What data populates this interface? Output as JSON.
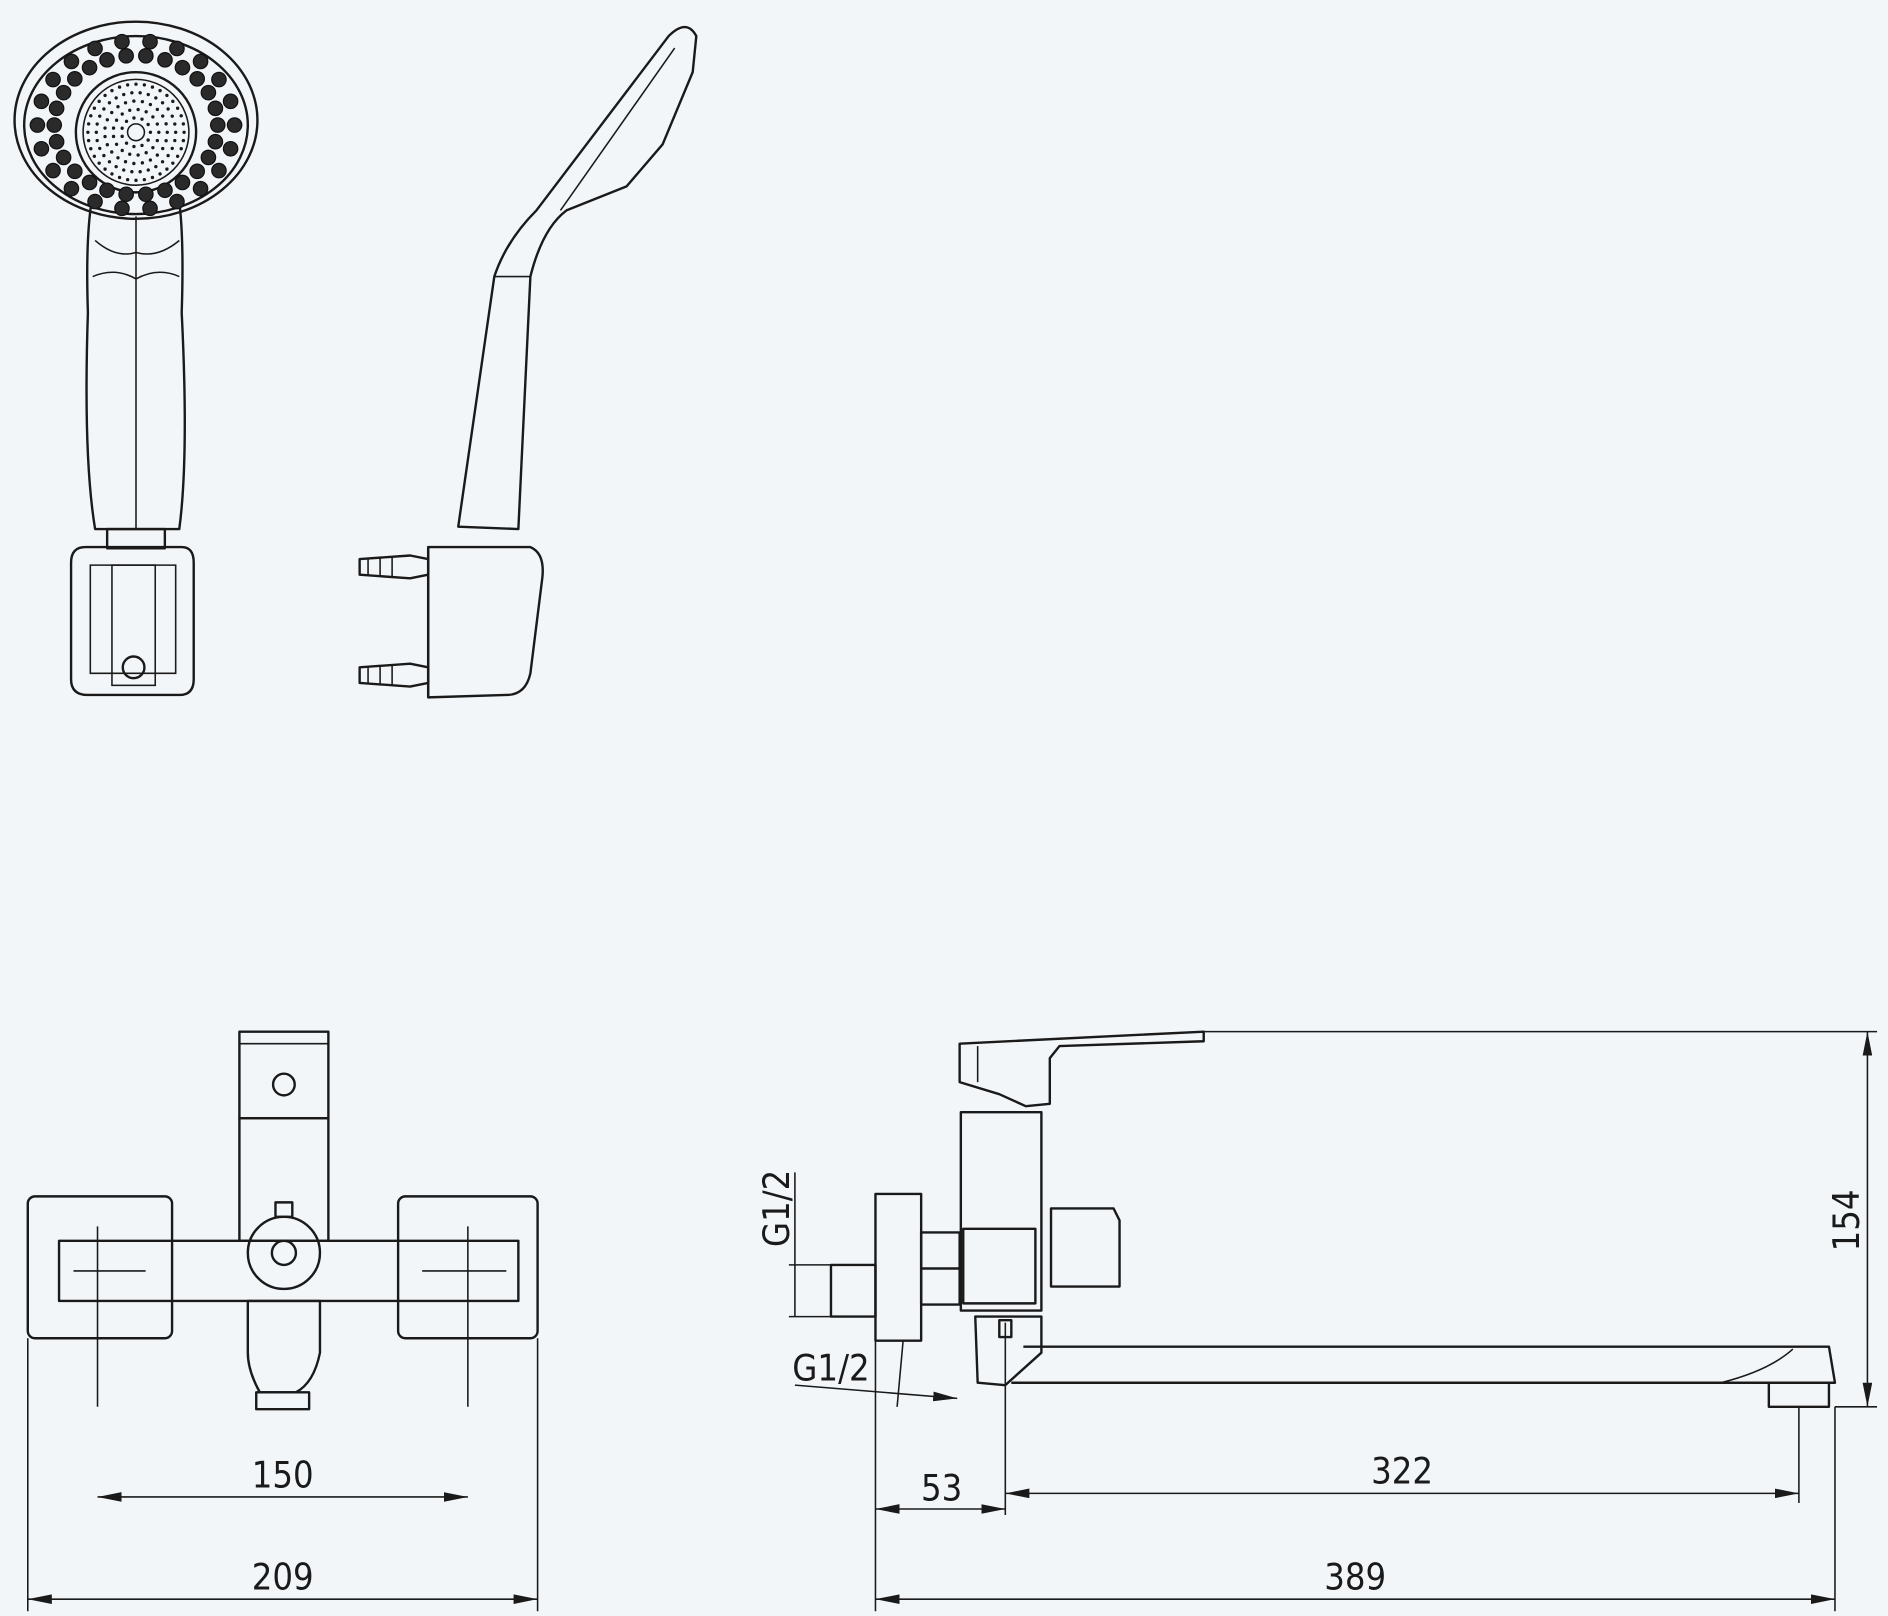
{
  "drawing": {
    "views": [
      "hand-shower-front",
      "hand-shower-side",
      "faucet-front",
      "faucet-side"
    ],
    "dimensions": {
      "inlet_spacing": "150",
      "front_overall_width": "209",
      "wall_to_spout": "53",
      "spout_reach": "322",
      "overall_length": "389",
      "overall_height": "154",
      "inlet_thread": "G1/2",
      "outlet_thread": "G1/2"
    },
    "line_color": "#1a1a1a",
    "background_color": "#f3f6f9"
  }
}
